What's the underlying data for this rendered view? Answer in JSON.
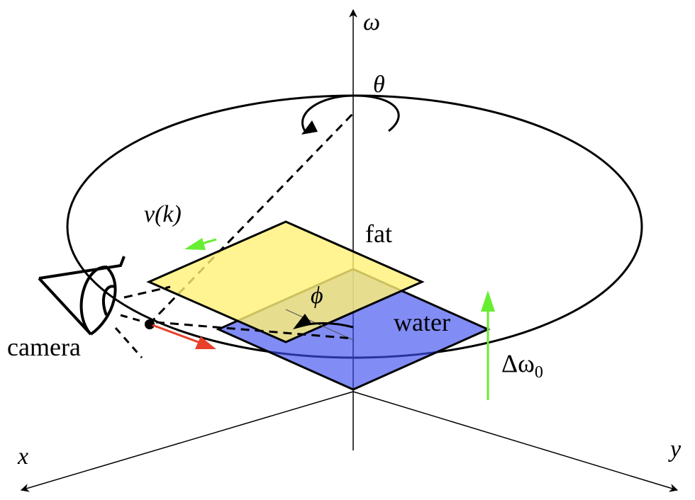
{
  "labels": {
    "omega": "ω",
    "theta": "θ",
    "v_k": "v(k)",
    "fat": "fat",
    "phi": "ϕ",
    "water": "water",
    "delta_omega0": "Δω",
    "delta_omega0_sub": "0",
    "camera": "camera",
    "x_axis": "x",
    "y_axis": "y"
  },
  "colors": {
    "fat": "#fff176",
    "water": "#3d4ef0",
    "velocity_arrow": "#66ee33",
    "tangent_arrow": "#e8402a",
    "delta_arrow": "#66ee33"
  }
}
